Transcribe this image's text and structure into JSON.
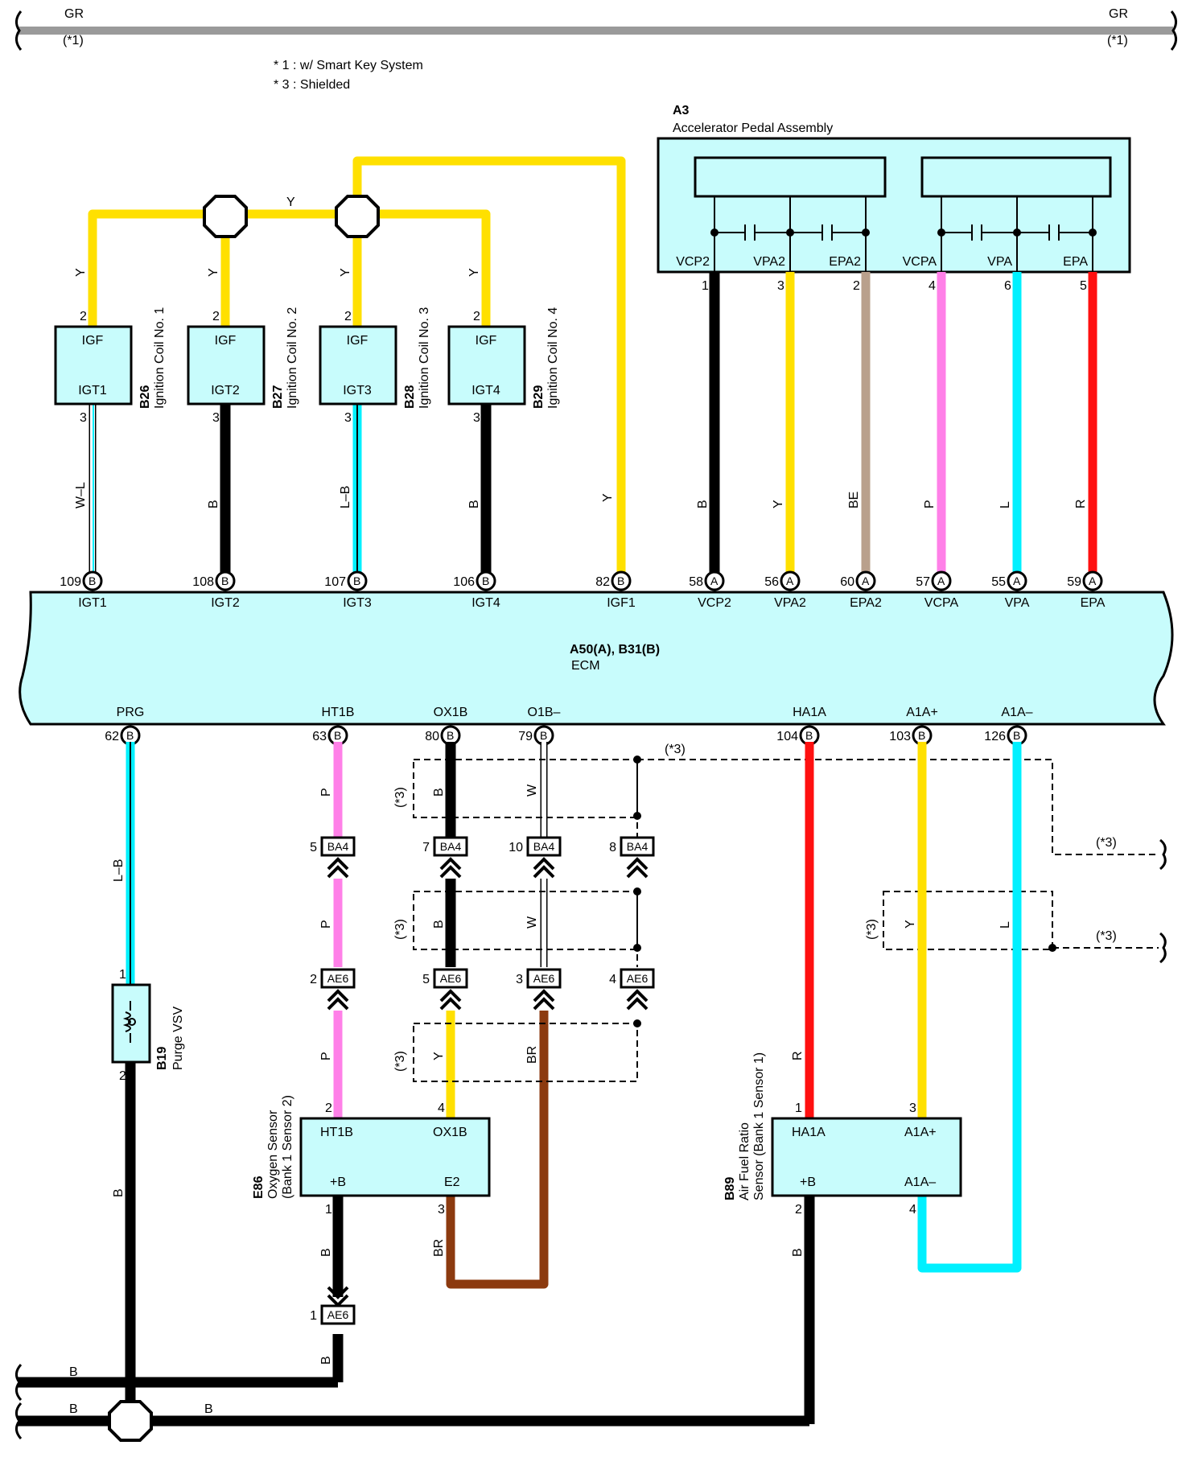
{
  "top_bus": {
    "wire_color_left": "GR",
    "wire_color_right": "GR",
    "note_left": "(*1)",
    "note_right": "(*1)"
  },
  "notes": [
    "* 1 : w/ Smart Key System",
    "* 3 : Shielded"
  ],
  "colors": {
    "Y": "#ffe000",
    "B": "#000000",
    "GR": "#9a9a9a",
    "BE": "#b9a08c",
    "P": "#ff80e8",
    "L": "#00f0ff",
    "R": "#ff1010",
    "BR": "#8c3a0f",
    "W": "#ffffff",
    "component_fill": "#c8fcfc"
  },
  "splice_wire_label": "Y",
  "ignition_coils": [
    {
      "code": "B26",
      "name": "Ignition Coil No. 1",
      "top_pin": "IGF",
      "bottom_pin": "IGT1",
      "top_num": "2",
      "bottom_num": "3",
      "top_wire": "Y",
      "bottom_wire": "W–L"
    },
    {
      "code": "B27",
      "name": "Ignition Coil No. 2",
      "top_pin": "IGF",
      "bottom_pin": "IGT2",
      "top_num": "2",
      "bottom_num": "3",
      "top_wire": "Y",
      "bottom_wire": "B"
    },
    {
      "code": "B28",
      "name": "Ignition Coil No. 3",
      "top_pin": "IGF",
      "bottom_pin": "IGT3",
      "top_num": "2",
      "bottom_num": "3",
      "top_wire": "Y",
      "bottom_wire": "L–B"
    },
    {
      "code": "B29",
      "name": "Ignition Coil No. 4",
      "top_pin": "IGF",
      "bottom_pin": "IGT4",
      "top_num": "2",
      "bottom_num": "3",
      "top_wire": "Y",
      "bottom_wire": "B"
    }
  ],
  "igf_wire_label": "Y",
  "pedal": {
    "code": "A3",
    "name": "Accelerator Pedal Assembly",
    "pins": [
      {
        "label": "VCP2",
        "num": "1",
        "wire": "B"
      },
      {
        "label": "VPA2",
        "num": "3",
        "wire": "Y"
      },
      {
        "label": "EPA2",
        "num": "2",
        "wire": "BE"
      },
      {
        "label": "VCPA",
        "num": "4",
        "wire": "P"
      },
      {
        "label": "VPA",
        "num": "6",
        "wire": "L"
      },
      {
        "label": "EPA",
        "num": "5",
        "wire": "R"
      }
    ]
  },
  "ecm": {
    "title": "A50(A), B31(B)",
    "name": "ECM",
    "top_terminals": [
      {
        "num": "109",
        "conn": "B",
        "label": "IGT1"
      },
      {
        "num": "108",
        "conn": "B",
        "label": "IGT2"
      },
      {
        "num": "107",
        "conn": "B",
        "label": "IGT3"
      },
      {
        "num": "106",
        "conn": "B",
        "label": "IGT4"
      },
      {
        "num": "82",
        "conn": "B",
        "label": "IGF1"
      },
      {
        "num": "58",
        "conn": "A",
        "label": "VCP2"
      },
      {
        "num": "56",
        "conn": "A",
        "label": "VPA2"
      },
      {
        "num": "60",
        "conn": "A",
        "label": "EPA2"
      },
      {
        "num": "57",
        "conn": "A",
        "label": "VCPA"
      },
      {
        "num": "55",
        "conn": "A",
        "label": "VPA"
      },
      {
        "num": "59",
        "conn": "A",
        "label": "EPA"
      }
    ],
    "bottom_terminals": [
      {
        "num": "62",
        "conn": "B",
        "label": "PRG"
      },
      {
        "num": "63",
        "conn": "B",
        "label": "HT1B"
      },
      {
        "num": "80",
        "conn": "B",
        "label": "OX1B"
      },
      {
        "num": "79",
        "conn": "B",
        "label": "O1B–"
      },
      {
        "num": "104",
        "conn": "B",
        "label": "HA1A"
      },
      {
        "num": "103",
        "conn": "B",
        "label": "A1A+"
      },
      {
        "num": "126",
        "conn": "B",
        "label": "A1A–"
      }
    ]
  },
  "shield_note": "(*3)",
  "junctions": {
    "ba4": [
      {
        "num": "5",
        "name": "BA4"
      },
      {
        "num": "7",
        "name": "BA4"
      },
      {
        "num": "10",
        "name": "BA4"
      },
      {
        "num": "8",
        "name": "BA4"
      }
    ],
    "ae6": [
      {
        "num": "2",
        "name": "AE6"
      },
      {
        "num": "5",
        "name": "AE6"
      },
      {
        "num": "3",
        "name": "AE6"
      },
      {
        "num": "4",
        "name": "AE6"
      }
    ],
    "ae6_ground": {
      "num": "1",
      "name": "AE6"
    }
  },
  "wire_labels": {
    "prg": "L–B",
    "prg_ground": "B",
    "ht1b_1": "P",
    "ht1b_2": "P",
    "ht1b_3": "P",
    "ox1b_1": "B",
    "ox1b_2": "B",
    "ox1b_3": "Y",
    "o1b_1": "W",
    "o1b_2": "W",
    "o1b_3": "BR",
    "ha1a": "R",
    "a1ap": "Y",
    "a1am": "L",
    "o2_b1": "B",
    "o2_b2": "B",
    "o2_e2": "BR",
    "af_b": "B",
    "gnd_1": "B",
    "gnd_2": "B",
    "gnd_3": "B"
  },
  "purge_vsv": {
    "code": "B19",
    "name": "Purge VSV",
    "pin_top": "1",
    "pin_bottom": "2"
  },
  "o2_sensor": {
    "code": "E86",
    "name_line1": "Oxygen Sensor",
    "name_line2": "(Bank 1 Sensor 2)",
    "tl": "HT1B",
    "tr": "OX1B",
    "bl": "+B",
    "br": "E2",
    "n_tl": "2",
    "n_tr": "4",
    "n_bl": "1",
    "n_br": "3"
  },
  "af_sensor": {
    "code": "B89",
    "name_line1": "Air Fuel Ratio",
    "name_line2": "Sensor (Bank 1 Sensor 1)",
    "tl": "HA1A",
    "tr": "A1A+",
    "bl": "+B",
    "br": "A1A–",
    "n_tl": "1",
    "n_tr": "3",
    "n_bl": "2",
    "n_br": "4"
  }
}
